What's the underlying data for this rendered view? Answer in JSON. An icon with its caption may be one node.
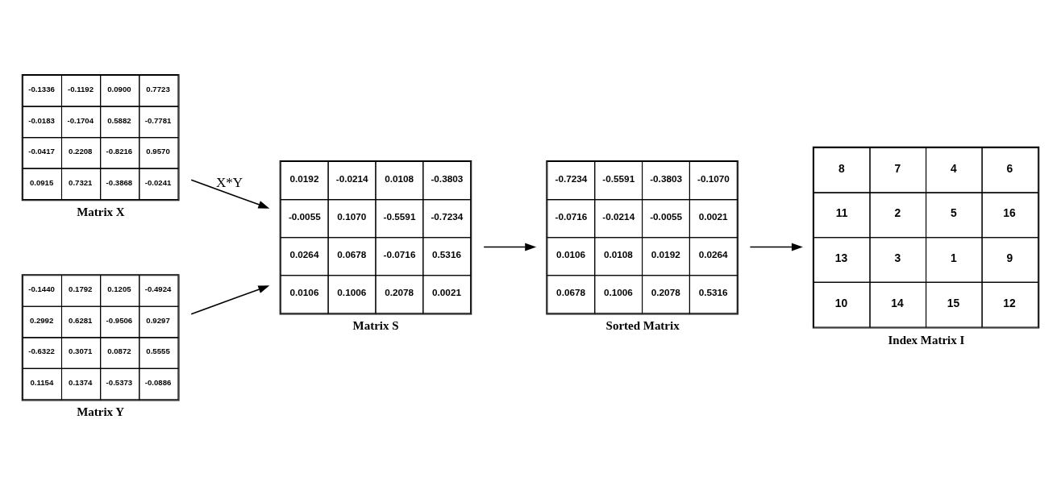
{
  "diagram": {
    "nodes": [
      {
        "text": [
          "-0.1336",
          "-0.1192",
          "0.0900",
          "0.7723",
          "-0.0183",
          "-0.1704",
          "0.5882",
          "-0.7781",
          "-0.0417",
          "0.2208",
          "-0.8216",
          "0.9570",
          "0.0915",
          "0.7321",
          "-0.3868",
          "-0.0241"
        ],
        "beside": [
          "Matrix X"
        ]
      },
      {
        "text": [
          "-0.1440",
          "0.1792",
          "0.1205",
          "-0.4924",
          "0.2992",
          "0.6281",
          "-0.9506",
          "0.9297",
          "-0.6322",
          "0.3071",
          "0.0872",
          "0.5555",
          "0.1154",
          "0.1374",
          "-0.5373",
          "-0.0886"
        ],
        "beside": [
          "Matrix Y"
        ]
      },
      {
        "text": [
          "0.0192",
          "-0.0214",
          "0.0108",
          "-0.3803",
          "-0.0055",
          "0.1070",
          "-0.5591",
          "-0.7234",
          "0.0264",
          "0.0678",
          "-0.0716",
          "0.5316",
          "0.0106",
          "0.1006",
          "0.2078",
          "0.0021"
        ],
        "beside": [
          "Matrix S"
        ]
      },
      {
        "text": [
          "-0.7234",
          "-0.5591",
          "-0.3803",
          "-0.1070",
          "-0.0716",
          "-0.0214",
          "-0.0055",
          "0.0021",
          "0.0106",
          "0.0108",
          "0.0192",
          "0.0264",
          "0.0678",
          "0.1006",
          "0.2078",
          "0.5316"
        ],
        "beside": [
          "Sorted Matrix"
        ]
      },
      {
        "text": [
          "8",
          "7",
          "4",
          "6",
          "11",
          "2",
          "5",
          "16",
          "13",
          "3",
          "1",
          "9",
          "10",
          "14",
          "15",
          "12"
        ],
        "beside": [
          "Index Matrix I"
        ]
      }
    ],
    "edges": [
      {
        "from": 0,
        "to": 2,
        "arrow": "to",
        "label": "X*Y"
      },
      {
        "from": 1,
        "to": 2,
        "arrow": "to"
      },
      {
        "from": 2,
        "to": 3,
        "arrow": "to"
      },
      {
        "from": 3,
        "to": 4,
        "arrow": "to"
      }
    ]
  }
}
